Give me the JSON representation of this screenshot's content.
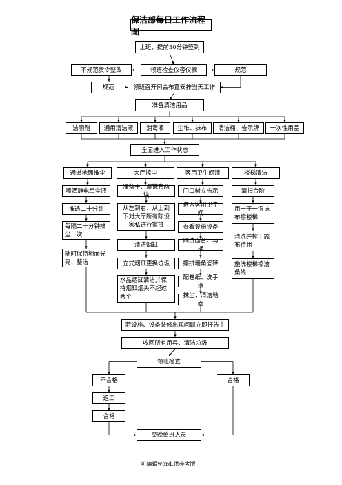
{
  "title": "保洁部每日工作流程图",
  "nodes": {
    "start": "上班，提前30分钟签到",
    "irregular": "不规范责令整改",
    "inspect": "领班检查仪容仪表",
    "regular_right": "规范",
    "regular_left": "规范",
    "meeting": "领班召开例会布置安排当天工作",
    "prepare": "准备清洁用品",
    "tool1": "洁厕剂",
    "tool2": "通用清洁液",
    "tool3": "消毒液",
    "tool4": "尘堆、抹布",
    "tool5": "清洁桶、告示牌",
    "tool6": "一次性用品",
    "enter": "全面进入工作状态",
    "col1_h": "通道地面推尘",
    "col2_h": "大厅擦尘",
    "col3_h": "客用卫生间清",
    "col4_h": "楼梯清洁",
    "c1_1": "喷洒静电牵尘液",
    "c1_2": "推透二十分钟",
    "c1_3": "每隔二十分钟推尘一次",
    "c1_4": "随时保持地面光亮、整洁",
    "c2_1": "准备干、湿抹布两块",
    "c2_2": "从左到右、从上到下对大厅所有陈设家私进行擦拭",
    "c2_3": "清洁烟缸",
    "c2_4": "立式烟缸更换垃圾",
    "c2_5": "水晶烟缸清洁并保持烟缸烟头不超过两个",
    "c3_1": "门口树立告示",
    "c3_2": "进入客用卫生间",
    "c3_3": "查看设施设备",
    "c3_4": "刷洗面台、马桶",
    "c3_5": "擦拭墙角瓷砖",
    "c3_6": "配卷纸、洗手液",
    "c3_7": "抹尘、清洁地面",
    "c4_1": "清扫台阶",
    "c4_2": "用一干一湿抹布擦楼梯",
    "c4_3": "清洗并榨干施布待用",
    "c4_4": "施洗楼梯擦洁角线",
    "report": "若设施、设备装修出现问题立即报告主",
    "collect": "收回所有用具、清洁垃圾",
    "check": "领班检查",
    "fail": "不合格",
    "pass": "合格",
    "rework": "返工",
    "pass2": "合格",
    "handover": "交晚值班人员"
  },
  "footer": "可编辑word,供参考版！"
}
